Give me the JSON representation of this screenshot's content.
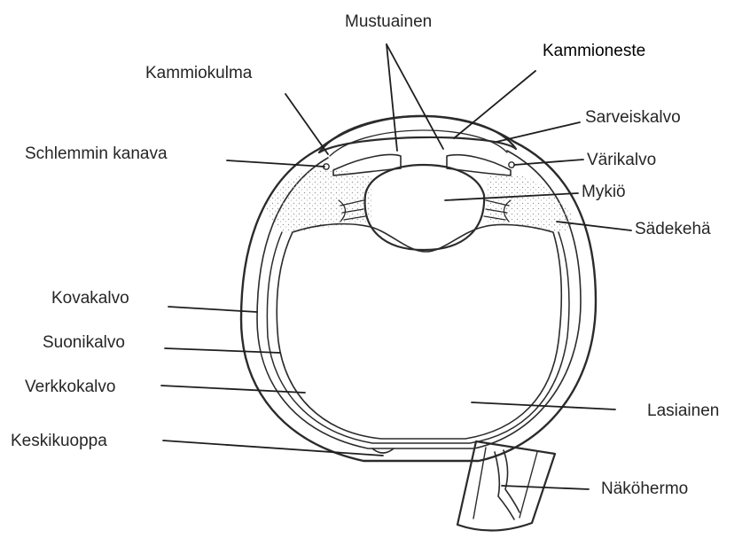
{
  "labels": {
    "mustuainen": "Mustuainen",
    "kammioneste": "Kammioneste",
    "kammiokulma": "Kammiokulma",
    "sarveiskalvo": "Sarveiskalvo",
    "schlemmin_kanava": "Schlemmin kanava",
    "varikalvo": "Värikalvo",
    "mykio": "Mykiö",
    "sadekeha": "Sädekehä",
    "kovakalvo": "Kovakalvo",
    "suonikalvo": "Suonikalvo",
    "verkkokalvo": "Verkkokalvo",
    "lasiainen": "Lasiainen",
    "keskikuoppa": "Keskikuoppa",
    "nakohermo": "Näköhermo"
  },
  "colors": {
    "vitreous_fill": "#e2f0f4",
    "ink": "#2b2b2b",
    "background": "#ffffff",
    "ciliary_stipple": "#9a9a9a"
  }
}
